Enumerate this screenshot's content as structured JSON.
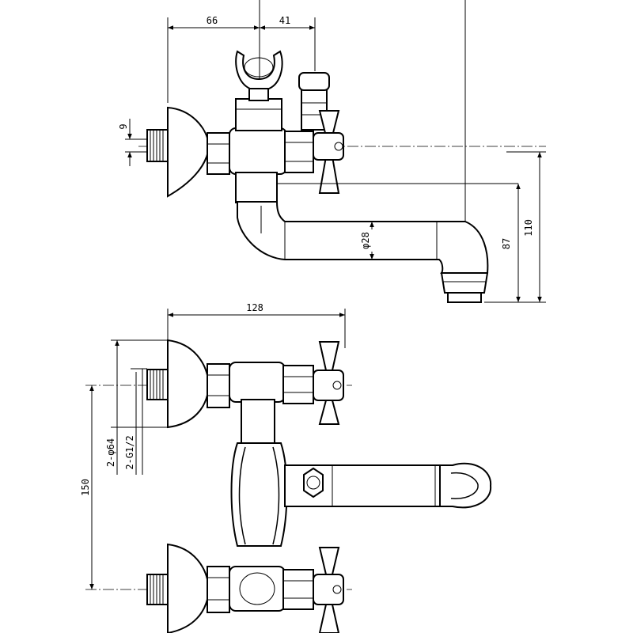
{
  "dimensions": {
    "d66": "66",
    "d41": "41",
    "d9": "9",
    "d28": "φ28",
    "d87": "87",
    "d110": "110",
    "d128": "128",
    "d150": "150",
    "d_dia64": "2-φ64",
    "d_g12": "2-G1/2"
  },
  "colors": {
    "line": "#000000",
    "background": "#ffffff"
  }
}
